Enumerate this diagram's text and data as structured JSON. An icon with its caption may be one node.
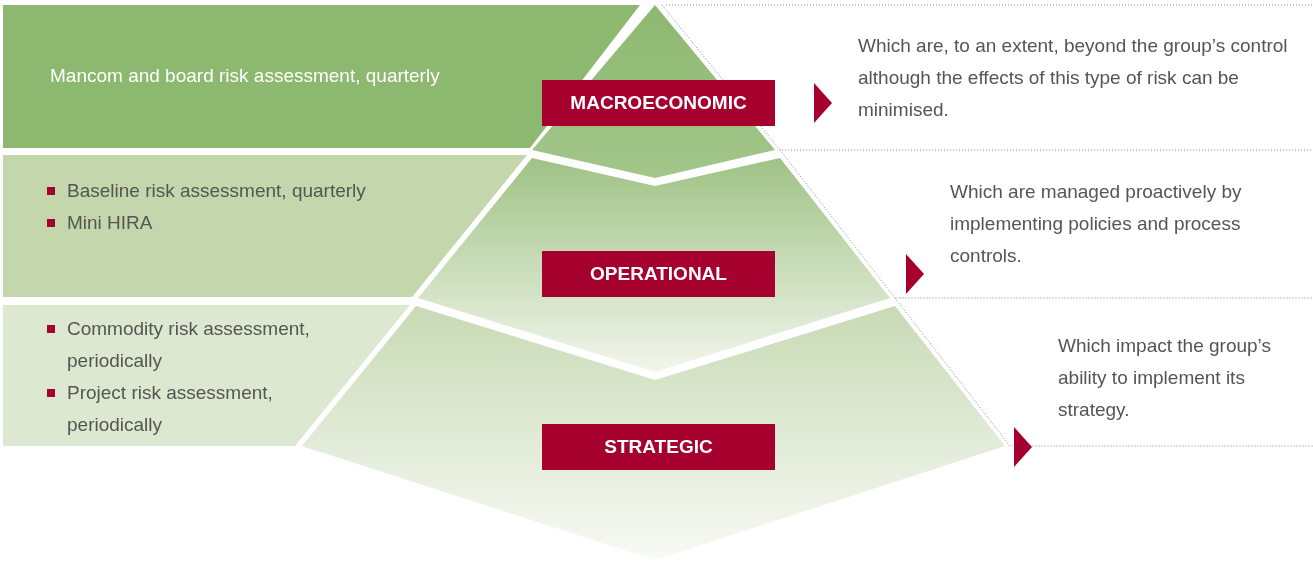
{
  "diagram": {
    "nodes": [
      {
        "text": [
          "Mancom and board risk assessment, quarterly"
        ]
      },
      {
        "text": [
          "MACROECONOMIC"
        ]
      },
      {
        "text": [
          "Which are, to an extent, beyond the group’s control although the effects of this type of risk can be minimised."
        ]
      },
      {
        "text": [
          "Baseline risk assessment, quarterly",
          "Mini HIRA"
        ]
      },
      {
        "text": [
          "OPERATIONAL"
        ]
      },
      {
        "text": [
          "Which are managed proactively by implementing policies and process controls."
        ]
      },
      {
        "text": [
          "Commodity risk assessment, periodically",
          "Project risk assessment, periodically"
        ]
      },
      {
        "text": [
          "STRATEGIC"
        ]
      },
      {
        "text": [
          "Which impact the group’s ability to implement its strategy."
        ]
      }
    ],
    "edges": [
      {
        "from": 1,
        "to": 2,
        "arrow": "to"
      },
      {
        "from": 4,
        "to": 5,
        "arrow": "to"
      },
      {
        "from": 7,
        "to": 8,
        "arrow": "to"
      }
    ]
  }
}
